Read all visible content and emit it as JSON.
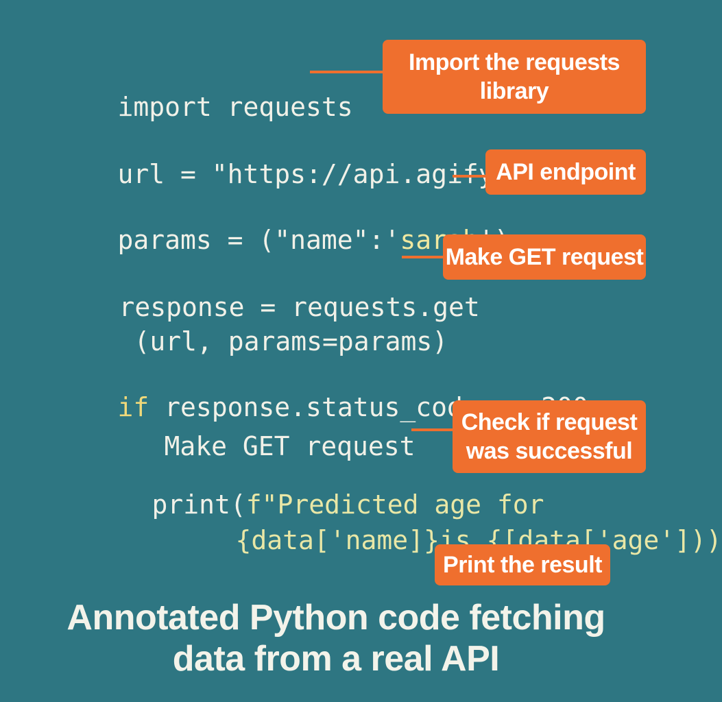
{
  "colors": {
    "background": "#2e7682",
    "code_text": "#f1f1e8",
    "keyword": "#f0d97a",
    "callout_bg": "#ef6f2e",
    "callout_text": "#ffffff",
    "caption_text": "#f3f3ea"
  },
  "code": {
    "line1": "import requests",
    "line2": "url = \"https://api.agify.io\"",
    "line3_prefix": "params = (\"name\":'",
    "line3_value": "sarah",
    "line3_suffix": "')",
    "line4a": "response = requests.get",
    "line4b": "(url, params=params)",
    "line5_keyword": "if",
    "line5_rest": " response.status_code == 200:",
    "line6": "Make GET request",
    "line7_prefix": "print(",
    "line7_fstring": "f\"Predicted age for",
    "line8": "{data['name]}is {[data['age']))"
  },
  "callouts": {
    "import": "Import the requests library",
    "endpoint": "API endpoint",
    "get": "Make GET request",
    "check": "Check if request was successful",
    "print": "Print the result"
  },
  "caption": {
    "line1": "Annotated Python code fetching",
    "line2": "data from a real API"
  }
}
